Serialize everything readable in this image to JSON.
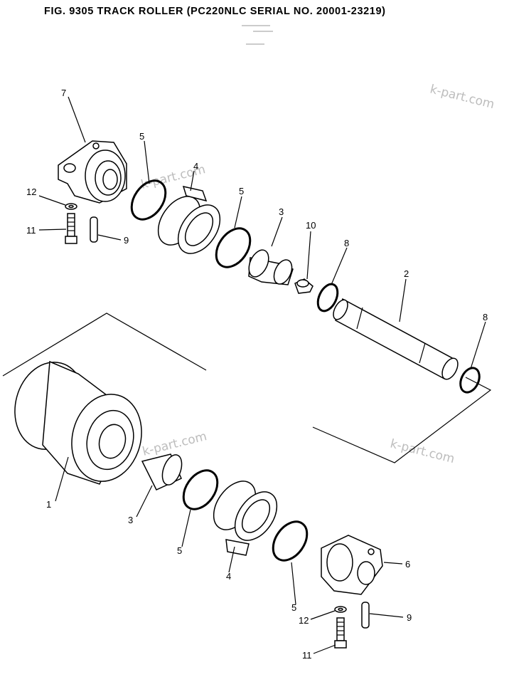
{
  "title": "FIG. 9305  TRACK ROLLER (PC220NLC SERIAL NO. 20001-23219)",
  "watermarks": [
    "k-part.com",
    "k-part.com",
    "k-part.com",
    "k-part.com"
  ],
  "callouts": [
    "7",
    "5",
    "4",
    "5",
    "3",
    "10",
    "8",
    "2",
    "8",
    "12",
    "11",
    "9",
    "1",
    "3",
    "5",
    "4",
    "5",
    "6",
    "12",
    "9",
    "11"
  ]
}
